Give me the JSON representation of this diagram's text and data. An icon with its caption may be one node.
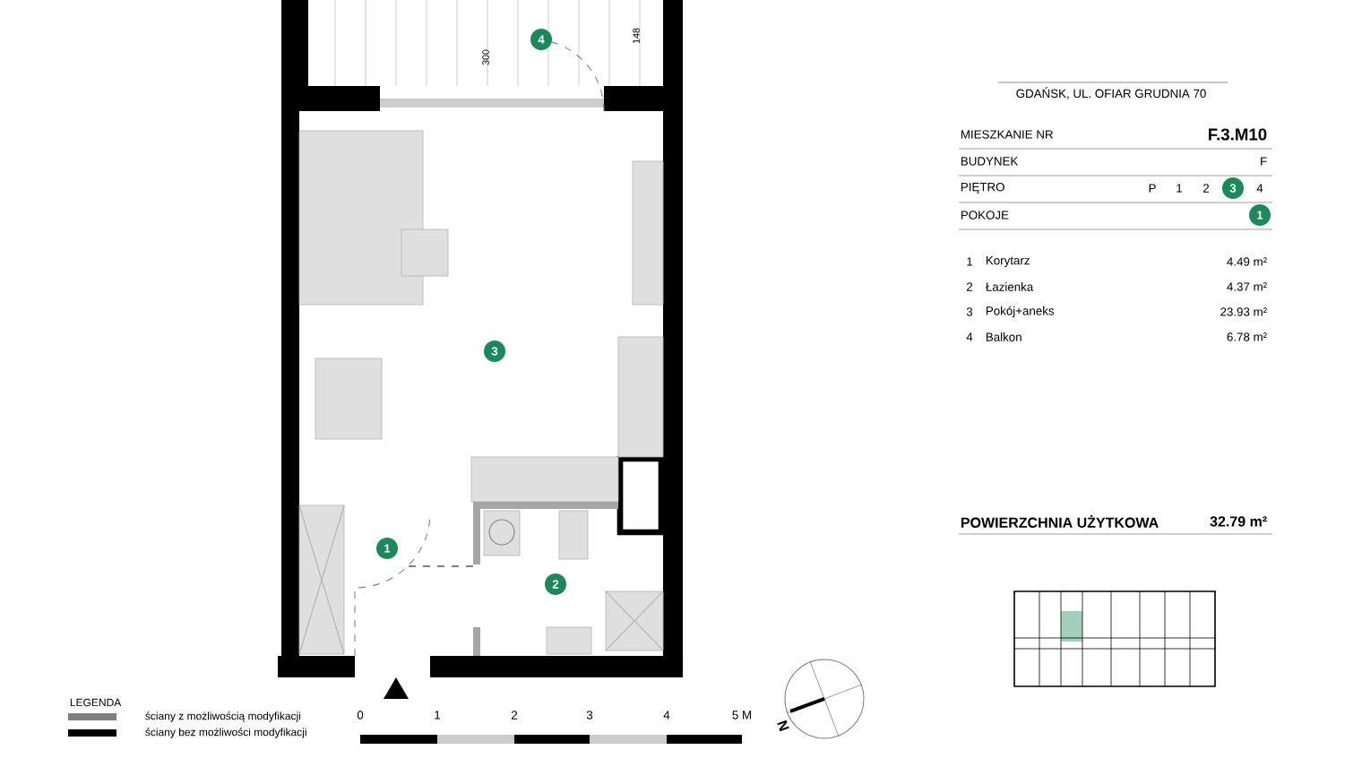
{
  "diagram": {
    "labels": [
      "GDAŃSK, UL. OFIAR GRUDNIA 70",
      "MIESZKANIE NR",
      "F.3.M10",
      "BUDYNEK",
      "F",
      "PIĘTRO",
      "P",
      "1",
      "2",
      "3",
      "4",
      "POKOJE",
      "1",
      "1",
      "Korytarz",
      "4.49 m²",
      "2",
      "Łazienka",
      "4.37 m²",
      "3",
      "Pokój+aneks",
      "23.93 m²",
      "4",
      "Balkon",
      "6.78 m²",
      "POWIERZCHNIA UŻYTKOWA",
      "32.79 m²",
      "4",
      "3",
      "1",
      "2",
      "300",
      "148",
      "0",
      "1",
      "2",
      "3",
      "4",
      "5 M",
      "N",
      "LEGENDA"
    ],
    "legend": [
      {
        "text": "ściany z możliwością modyfikacji",
        "color": "#808080"
      },
      {
        "text": "ściany bez możliwości modyfikacji",
        "color": "#000000"
      }
    ]
  }
}
